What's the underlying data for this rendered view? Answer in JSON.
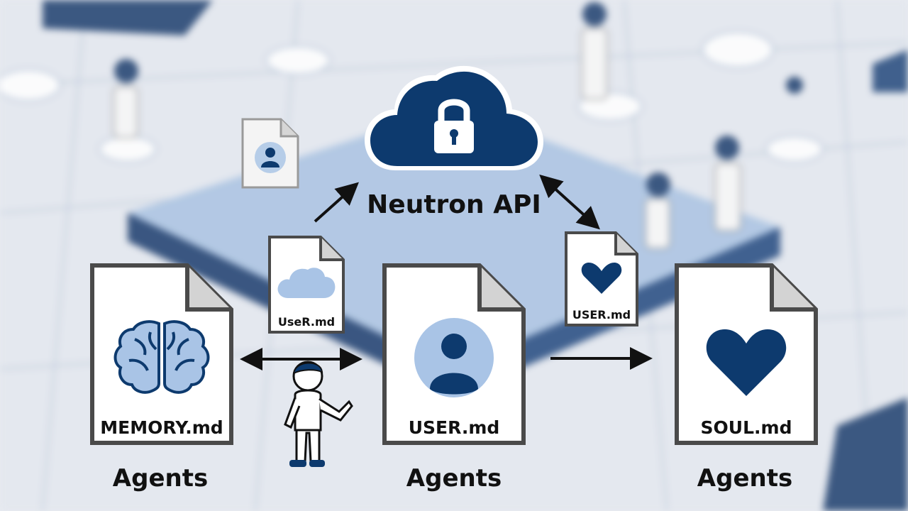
{
  "api": {
    "label": "Neutron API",
    "icon": "lock-cloud-icon"
  },
  "documents": [
    {
      "label": "MEMORY.md",
      "icon": "brain-icon"
    },
    {
      "label": "USER.md",
      "icon": "user-avatar-icon"
    },
    {
      "label": "SOUL.md",
      "icon": "heart-icon"
    }
  ],
  "small_documents": [
    {
      "label": "UseR.md",
      "icon": "cloud-icon"
    },
    {
      "label": "USER.md",
      "icon": "heart-icon"
    }
  ],
  "agents": [
    {
      "label": "Agents"
    },
    {
      "label": "Agents"
    },
    {
      "label": "Agents"
    }
  ],
  "colors": {
    "navy": "#0d3a6e",
    "light_blue": "#a9c4e6",
    "paper": "#ffffff",
    "outline": "#4a4a4a",
    "background": "#e7eaf0"
  }
}
